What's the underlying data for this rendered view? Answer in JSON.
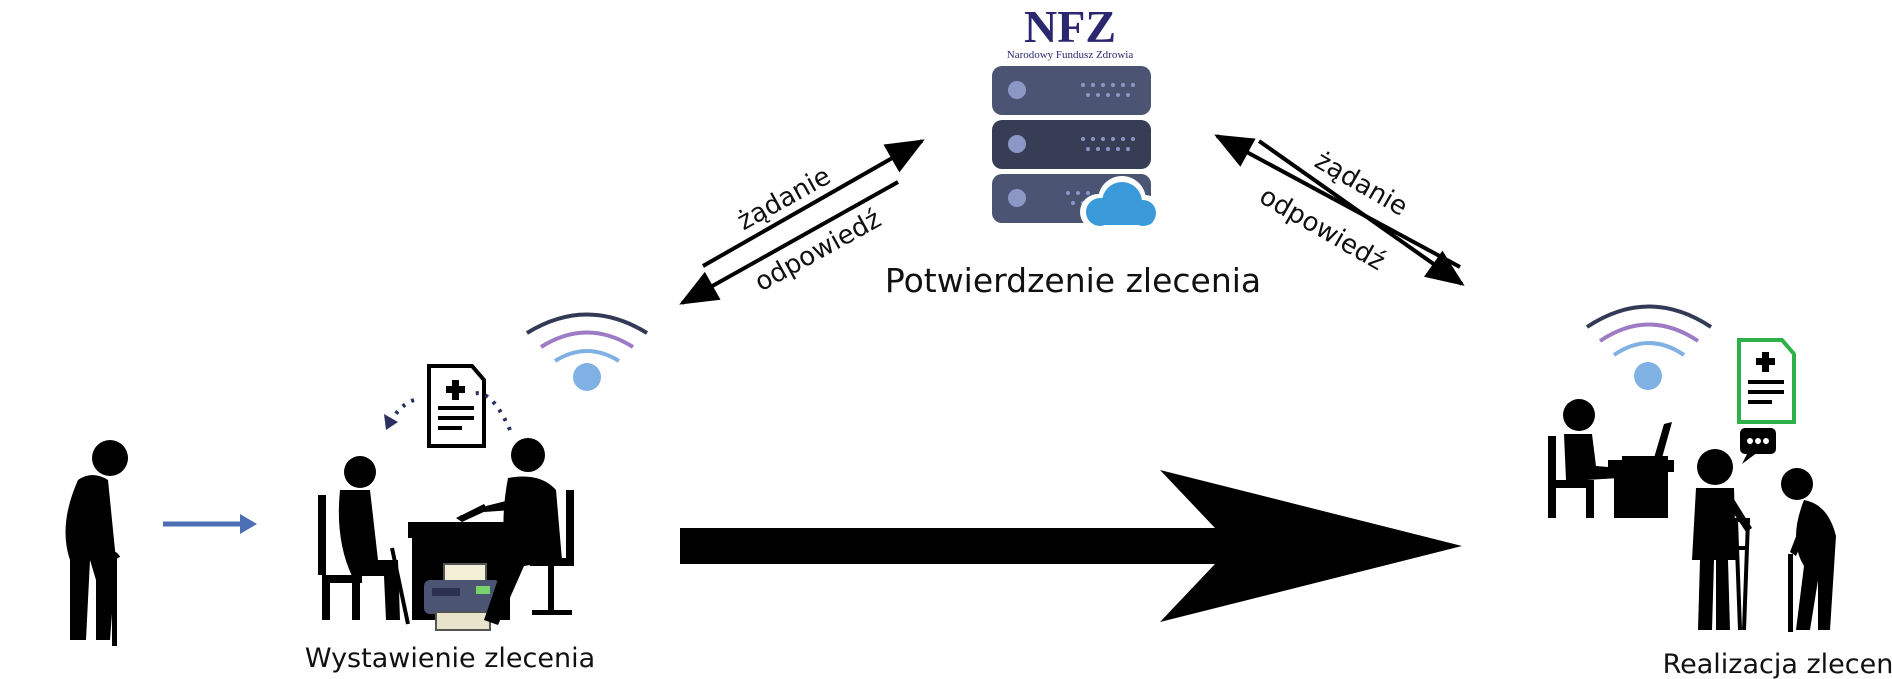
{
  "nfz": {
    "logo": "NFZ",
    "subtitle": "Narodowy Fundusz Zdrowia",
    "caption": "Potwierdzenie zlecenia"
  },
  "left_link": {
    "request": "żądanie",
    "response": "odpowiedź"
  },
  "right_link": {
    "request": "żądanie",
    "response": "odpowiedź"
  },
  "stations": {
    "issue": "Wystawienie zlecenia",
    "fulfil": "Realizacja zlecenia"
  },
  "colors": {
    "nfz_navy": "#2b2670",
    "server": "#4b5573",
    "server_dark": "#363d55",
    "led": "#8d97c6",
    "cloud": "#3a9ad9",
    "wifi_outer": "#333a55",
    "wifi_mid": "#9d7cc5",
    "wifi_inner": "#7fb1e4",
    "wifi_dot": "#7fb1e4",
    "patient_arrow": "#4a6fb5",
    "rx_border_fulfil": "#2db24a"
  },
  "icons": [
    "server-stack-icon",
    "cloud-icon",
    "wifi-icon",
    "prescription-document-icon",
    "printer-icon",
    "chat-bubble-icon",
    "crutch-icon",
    "laptop-icon"
  ]
}
